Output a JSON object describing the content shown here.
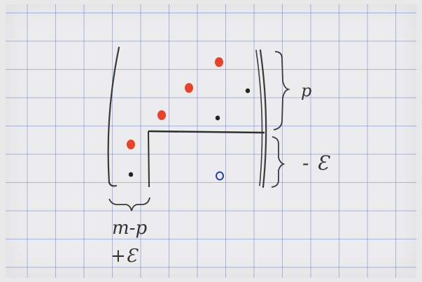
{
  "labels": {
    "p": "p",
    "minus_epsilon": "- Ɛ",
    "m_minus_p": "m-p",
    "plus_epsilon": "+Ɛ"
  },
  "colors": {
    "red_dot": "#e8432a",
    "black_dot": "#222222",
    "blue_circle": "#2440a8",
    "grid": "#6e82c8",
    "ink": "#333333"
  }
}
